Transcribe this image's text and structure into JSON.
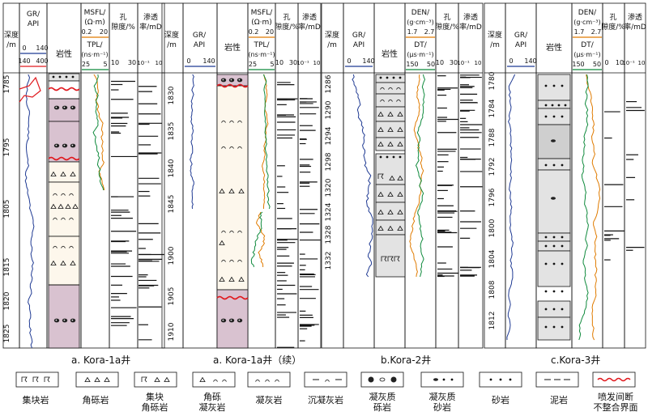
{
  "headers": {
    "depth": "深度/m",
    "gr": "GR/API",
    "lith": "岩性",
    "msfl": "MSFL/(Ω·m)",
    "tpl": "TPL/(ns·m⁻¹)",
    "den": "DEN/(g·cm⁻³)",
    "dt": "DT/(μs·m⁻¹)",
    "por": "孔隙度/%",
    "perm": "渗透率/mD"
  },
  "panels": [
    {
      "id": "kora1a",
      "caption": "a. Kora-1a井",
      "gr_scale": [
        "0",
        "140"
      ],
      "gr_scale2": [
        "140",
        "400"
      ],
      "res_scale": [
        "0.2",
        "20"
      ],
      "tpl_scale": [
        "25",
        "5"
      ],
      "por_scale": [
        "10",
        "30"
      ],
      "perm_scale": [
        "10⁻¹",
        "10"
      ],
      "depth_ticks": [
        "1785",
        "1795",
        "1805",
        "1815",
        "1820",
        "1825"
      ]
    },
    {
      "id": "kora1a_cont",
      "caption": "a. Kora-1a井（续）",
      "gr_scale": [
        "0",
        "140"
      ],
      "res_scale": [
        "0.2",
        "20"
      ],
      "tpl_scale": [
        "25",
        "5"
      ],
      "por_scale": [
        "10",
        "30"
      ],
      "perm_scale": [
        "10⁻¹",
        "10"
      ],
      "depth_ticks": [
        "1830",
        "1835",
        "1840",
        "1845",
        "1900",
        "1905",
        "1910"
      ]
    },
    {
      "id": "kora2",
      "caption": "b.Kora-2井",
      "gr_scale": [
        "0",
        "140"
      ],
      "den_scale": [
        "1.7",
        "2.7"
      ],
      "dt_scale": [
        "150",
        "50"
      ],
      "por_scale": [
        "10",
        "30"
      ],
      "perm_scale": [
        "10⁻¹",
        "10"
      ],
      "depth_ticks": [
        "1286",
        "1290",
        "1294",
        "1298",
        "1320",
        "1324",
        "1328",
        "1332"
      ]
    },
    {
      "id": "kora3",
      "caption": "c.Kora-3井",
      "gr_scale": [
        "0",
        "140"
      ],
      "den_scale": [
        "1.7",
        "2.7"
      ],
      "dt_scale": [
        "150",
        "50"
      ],
      "por_scale": [
        "0",
        "10"
      ],
      "perm_scale": [
        "10⁻¹",
        "10"
      ],
      "depth_ticks": [
        "1780",
        "1784",
        "1788",
        "1792",
        "1796",
        "1800",
        "1804",
        "1808",
        "1812"
      ]
    }
  ],
  "legend": [
    {
      "key": "agglomerate",
      "label": "集块岩"
    },
    {
      "key": "breccia",
      "label": "角砾岩"
    },
    {
      "key": "agglo_breccia",
      "label": "集块\n角砾岩"
    },
    {
      "key": "breccia_tuff",
      "label": "角砾\n凝灰岩"
    },
    {
      "key": "tuff",
      "label": "凝灰岩"
    },
    {
      "key": "sed_tuff",
      "label": "沉凝灰岩"
    },
    {
      "key": "tuff_conglom",
      "label": "凝灰质\n砾岩"
    },
    {
      "key": "tuff_sandstone",
      "label": "凝灰质\n砂岩"
    },
    {
      "key": "sandstone",
      "label": "砂岩"
    },
    {
      "key": "mudstone",
      "label": "泥岩"
    },
    {
      "key": "unconformity",
      "label": "喷发间断\n不整合界面"
    }
  ],
  "colors": {
    "gr": "#1f3a93",
    "msfl": "#e07b00",
    "tpl": "#0f8a3c",
    "unconformity": "#e0191e",
    "fill_pink": "#d9c2d0",
    "fill_cream": "#fdf7ec",
    "fill_gray": "#e3e3e3"
  }
}
